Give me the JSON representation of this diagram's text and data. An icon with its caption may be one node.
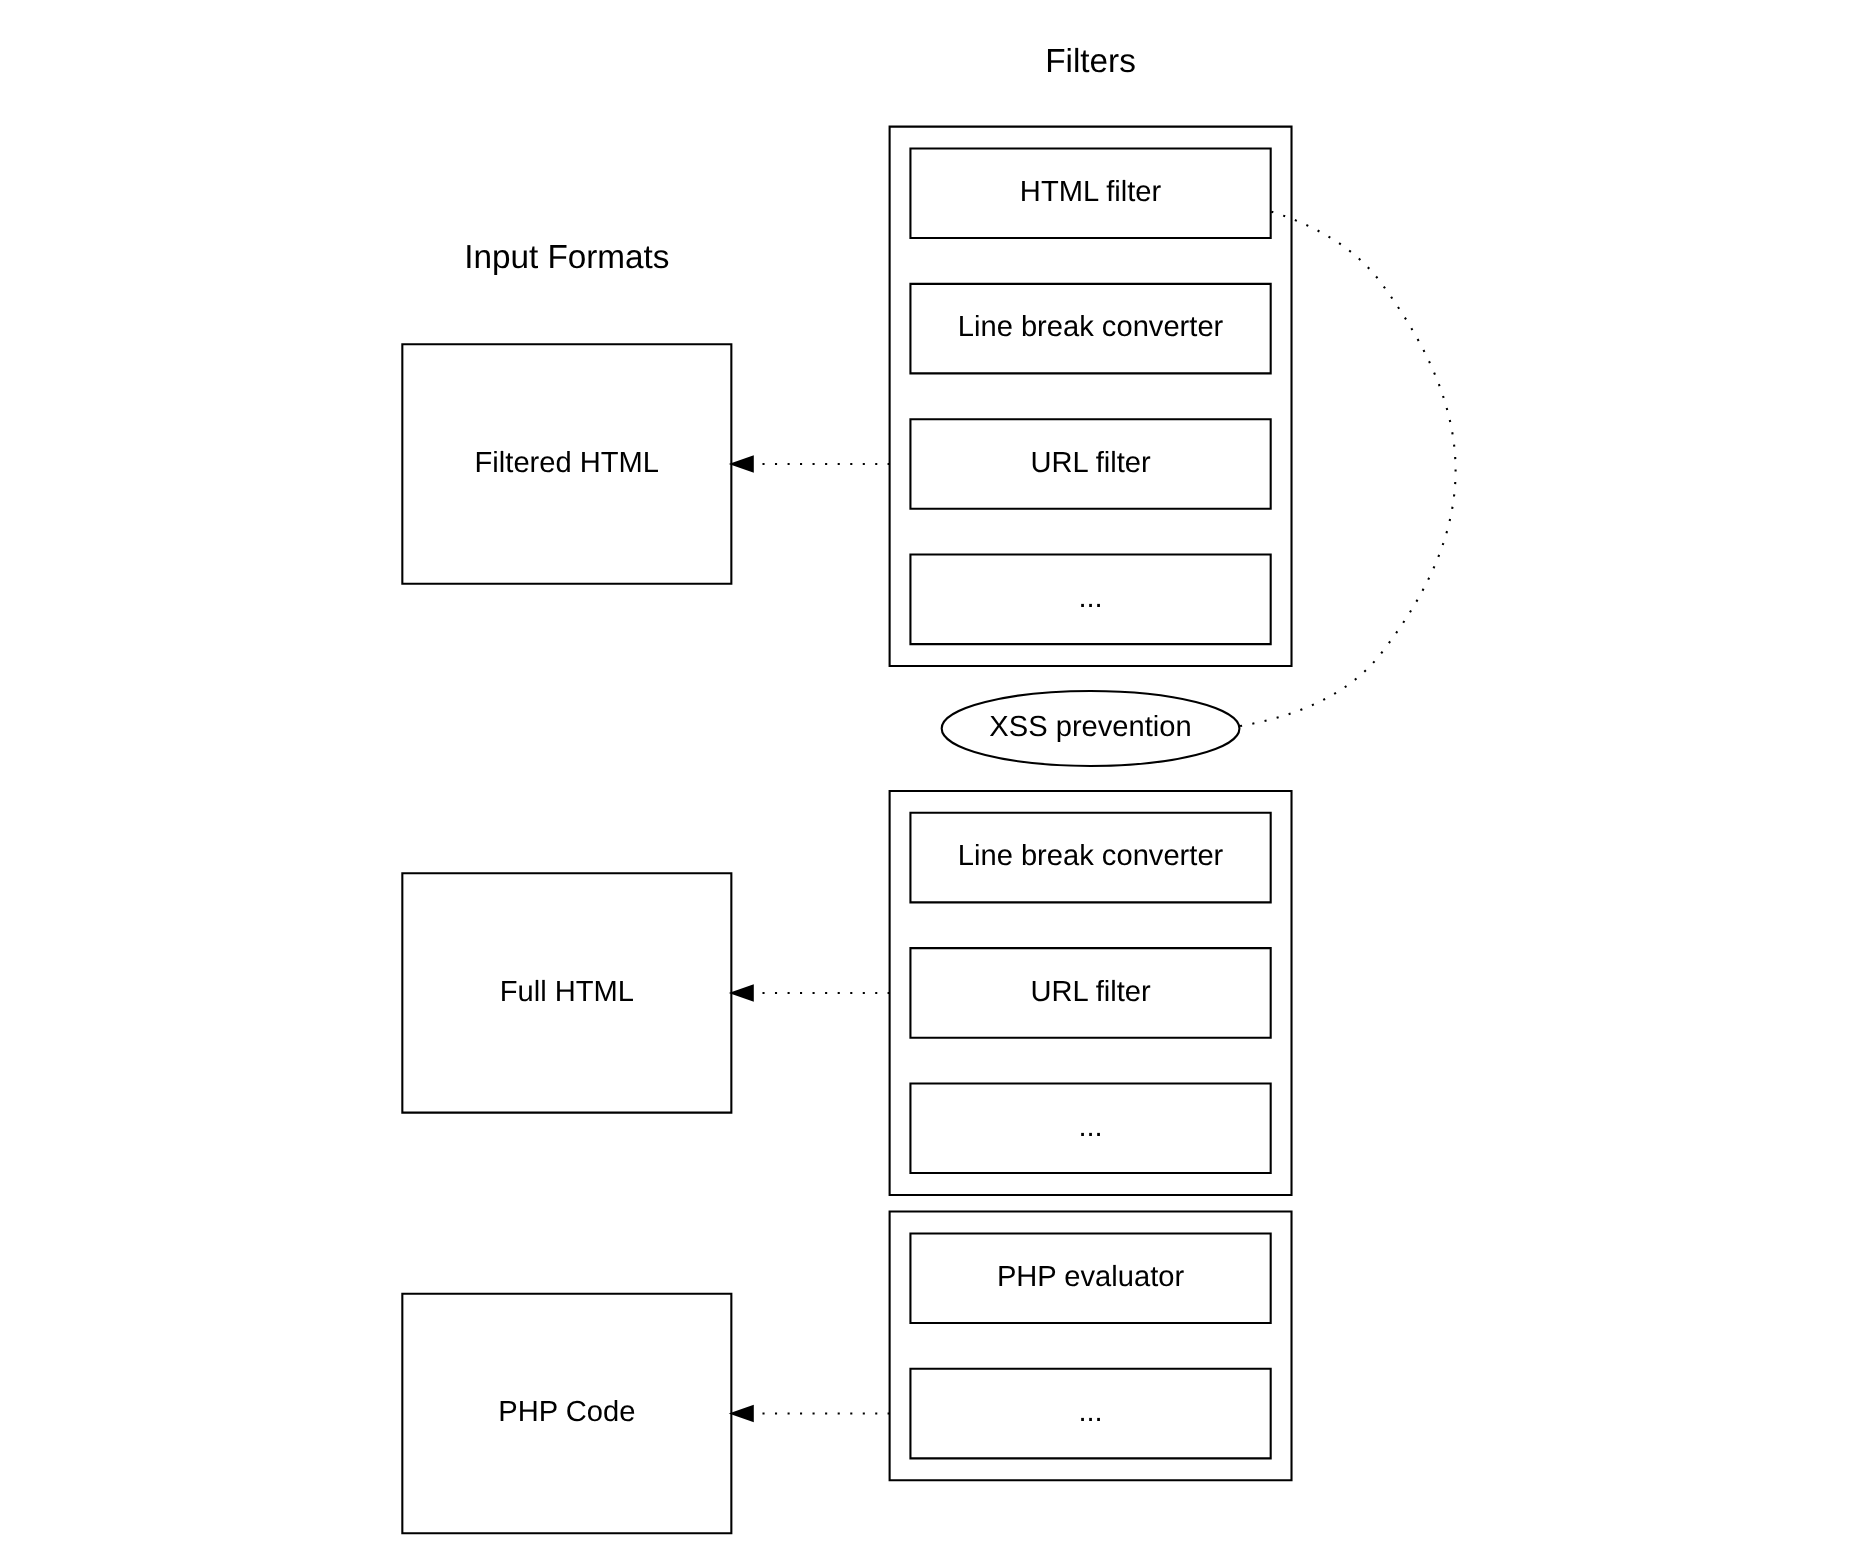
{
  "diagram": {
    "nodes": [
      {
        "text": [
          "Filtered HTML"
        ]
      },
      {
        "text": [],
        "shape": "box"
      },
      {
        "text": [
          "HTML filter"
        ],
        "in": 1
      },
      {
        "text": [
          "Line break converter"
        ],
        "in": 1
      },
      {
        "text": [
          "URL filter"
        ],
        "in": 1
      },
      {
        "text": [
          "..."
        ],
        "in": 1
      },
      {
        "text": [
          "XSS prevention"
        ]
      },
      {
        "text": [
          "Full HTML"
        ]
      },
      {
        "text": [],
        "shape": "box"
      },
      {
        "text": [
          "Line break converter"
        ],
        "in": 8
      },
      {
        "text": [
          "URL filter"
        ],
        "in": 8
      },
      {
        "text": [
          "..."
        ],
        "in": 8
      },
      {
        "text": [
          "PHP Code"
        ]
      },
      {
        "text": [],
        "shape": "box"
      },
      {
        "text": [
          "PHP evaluator"
        ],
        "in": 13
      },
      {
        "text": [
          "..."
        ],
        "in": 13
      }
    ],
    "edges": [
      {
        "from": 1,
        "to": 0,
        "arrow": "to",
        "style": "dashed"
      },
      {
        "from": 2,
        "to": 6,
        "arrow": "none",
        "style": "dashed"
      },
      {
        "from": 8,
        "to": 7,
        "arrow": "to",
        "style": "dashed"
      },
      {
        "from": 13,
        "to": 12,
        "arrow": "to",
        "style": "dashed"
      }
    ],
    "labels": [
      "Input Formats",
      "Filters"
    ]
  }
}
